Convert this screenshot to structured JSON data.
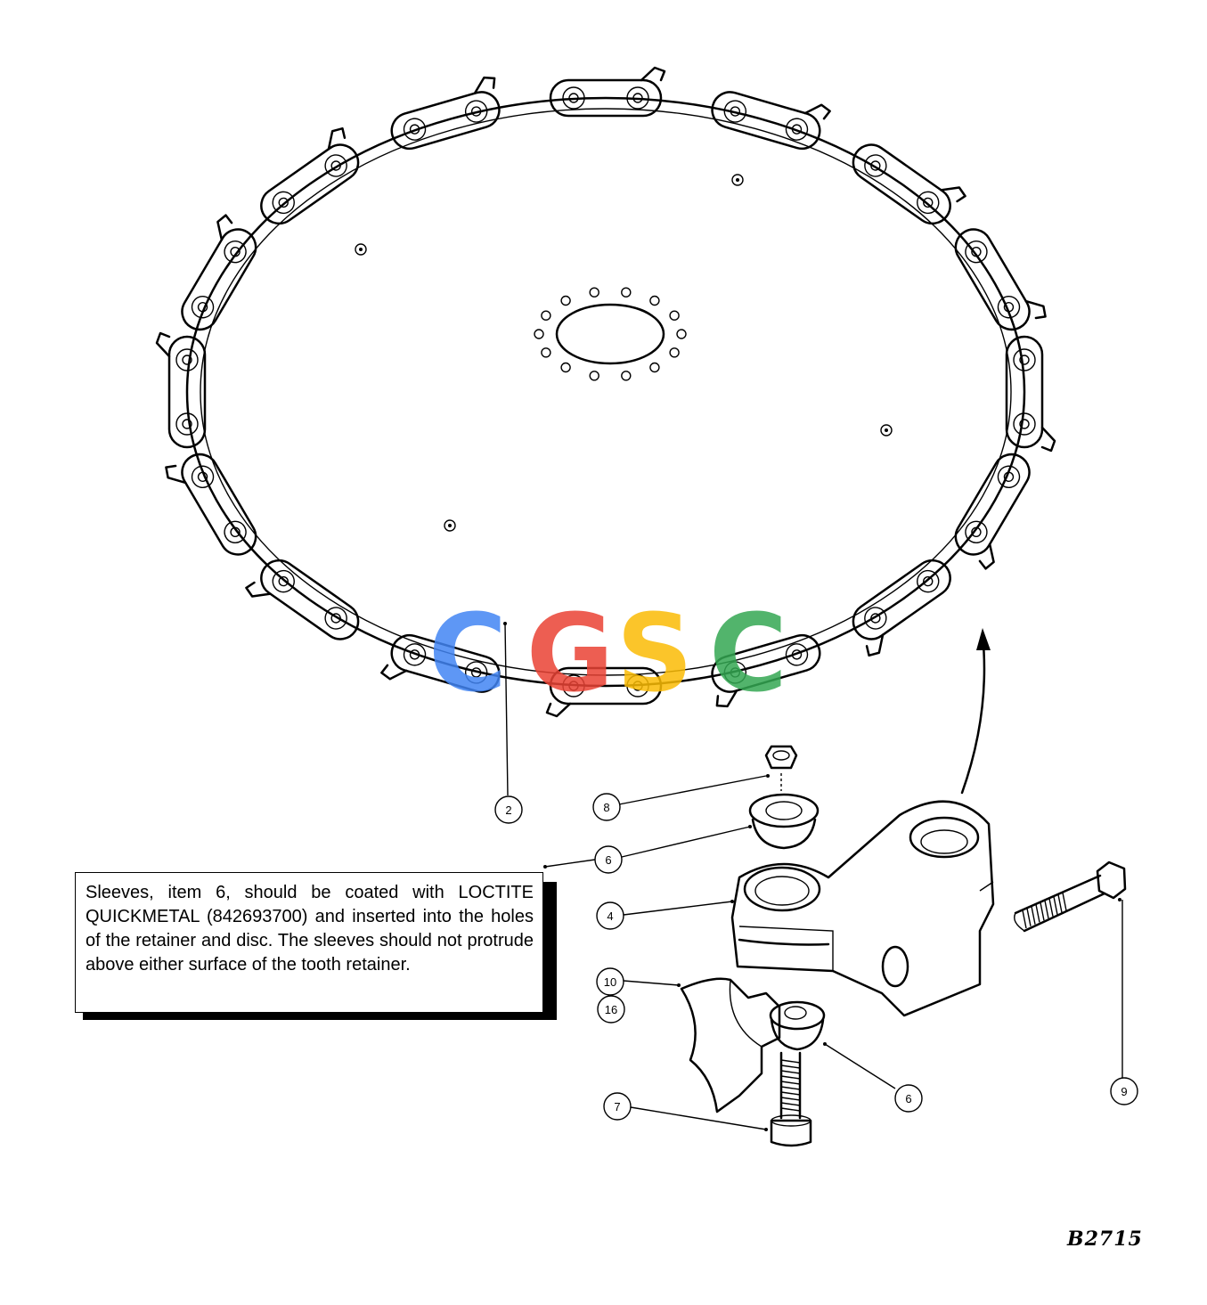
{
  "note": {
    "text": "Sleeves, item 6, should be coated with LOCTITE QUICKMETAL (842693700) and inserted into the holes of the retainer and disc.  The sleeves should not protrude above either surface of the tooth retainer."
  },
  "callouts": [
    "2",
    "8",
    "6",
    "4",
    "10",
    "16",
    "6",
    "7",
    "9"
  ],
  "drawing_number": "B2715",
  "watermark": {
    "letters": [
      "C",
      "G",
      "S",
      "C"
    ],
    "colors": [
      "#4285F4",
      "#EA4335",
      "#FBBC05",
      "#34A853"
    ]
  }
}
